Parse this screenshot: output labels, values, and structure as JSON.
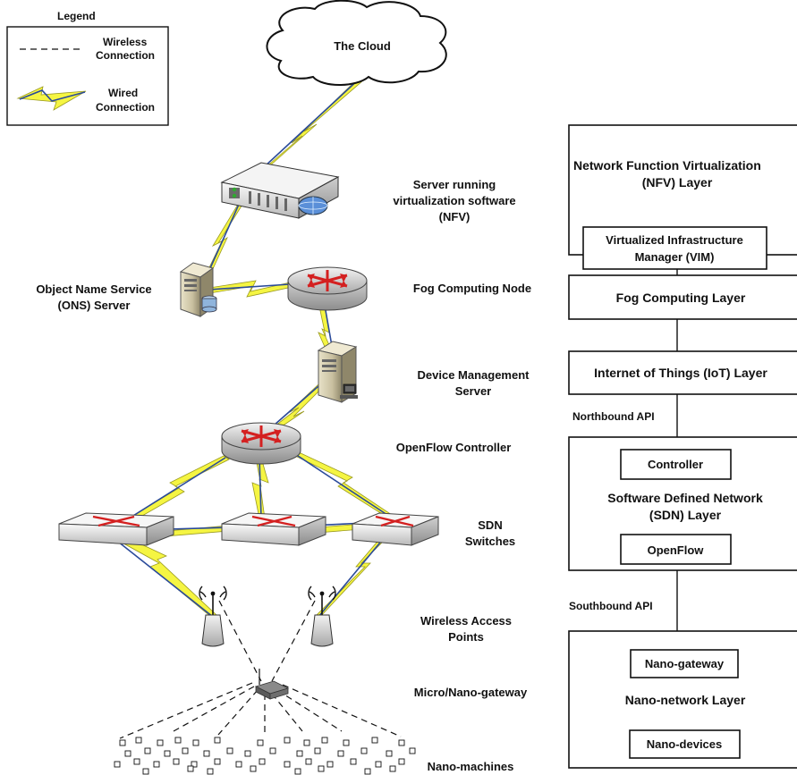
{
  "legend": {
    "title": "Legend",
    "wireless_1": "Wireless",
    "wireless_2": "Connection",
    "wired_1": "Wired",
    "wired_2": "Connection"
  },
  "left": {
    "cloud": "The Cloud",
    "server_1": "Server running",
    "server_2": "virtualization software",
    "server_3": "(NFV)",
    "ons_1": "Object Name Service",
    "ons_2": "(ONS) Server",
    "fog": "Fog Computing Node",
    "dms_1": "Device Management",
    "dms_2": "Server",
    "ofc": "OpenFlow Controller",
    "sdn_1": "SDN",
    "sdn_2": "Switches",
    "wap_1": "Wireless Access",
    "wap_2": "Points",
    "gateway": "Micro/Nano-gateway",
    "machines": "Nano-machines"
  },
  "stack": {
    "nfv_1": "Network Function Virtualization",
    "nfv_2": "(NFV) Layer",
    "vim_1": "Virtualized Infrastructure",
    "vim_2": "Manager (VIM)",
    "fog": "Fog Computing Layer",
    "iot": "Internet of Things (IoT) Layer",
    "northbound": "Northbound API",
    "controller": "Controller",
    "sdn_1": "Software Defined Network",
    "sdn_2": "(SDN) Layer",
    "openflow": "OpenFlow",
    "southbound": "Southbound API",
    "nano_gateway": "Nano-gateway",
    "nano_layer": "Nano-network Layer",
    "nano_devices": "Nano-devices"
  }
}
